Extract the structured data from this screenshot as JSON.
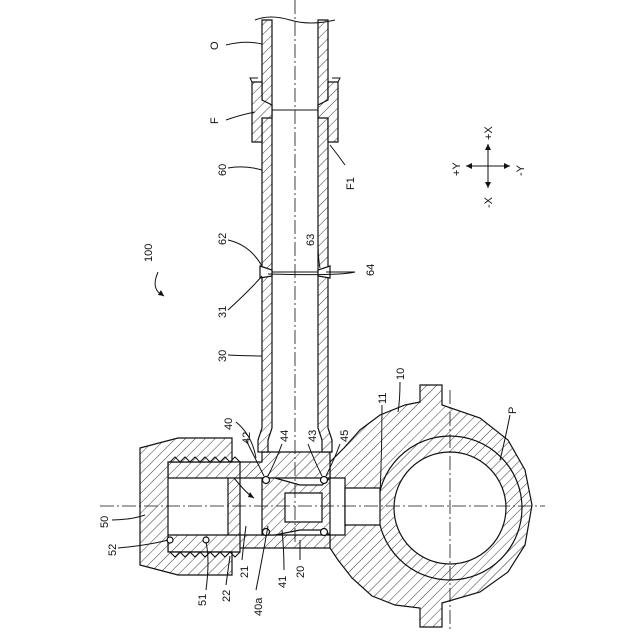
{
  "figure": {
    "labels": {
      "O": "O",
      "F": "F",
      "F1": "F1",
      "n60": "60",
      "n62": "62",
      "n63": "63",
      "n64": "64",
      "n100": "100",
      "n31": "31",
      "n30": "30",
      "n40": "40",
      "n42": "42",
      "n44": "44",
      "n43": "43",
      "n45": "45",
      "n11": "11",
      "n10": "10",
      "P": "P",
      "n50": "50",
      "n52": "52",
      "n51": "51",
      "n22": "22",
      "n21": "21",
      "n40a": "40a",
      "n41": "41",
      "n20": "20"
    },
    "axes": {
      "plus_y": "+Y",
      "plus_x": "+X",
      "minus_y": "-Y",
      "minus_x": "-X"
    }
  }
}
